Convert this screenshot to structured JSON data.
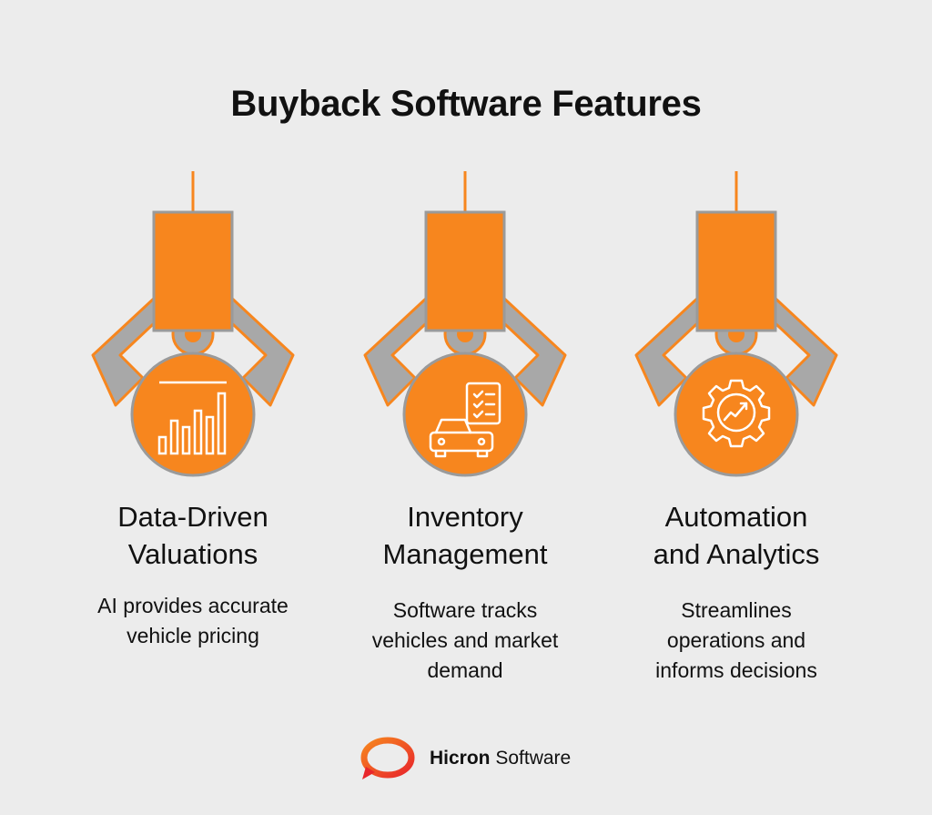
{
  "title": "Buyback Software Features",
  "features": [
    {
      "heading_line1": "Data-Driven",
      "heading_line2": "Valuations",
      "desc_lines": [
        "AI provides accurate",
        "vehicle pricing"
      ],
      "icon": "bar-chart-icon"
    },
    {
      "heading_line1": "Inventory",
      "heading_line2": "Management",
      "desc_lines": [
        "Software tracks",
        "vehicles and market",
        "demand"
      ],
      "icon": "car-checklist-icon"
    },
    {
      "heading_line1": "Automation",
      "heading_line2": "and Analytics",
      "desc_lines": [
        "Streamlines",
        "operations and",
        "informs decisions"
      ],
      "icon": "gear-trend-icon"
    }
  ],
  "footer": {
    "brand_bold": "Hicron",
    "brand_regular": "Software",
    "logo": "hicron-logo"
  },
  "colors": {
    "accent": "#f7861e",
    "claw_gray": "#a8a8a8",
    "background": "#ececec"
  }
}
